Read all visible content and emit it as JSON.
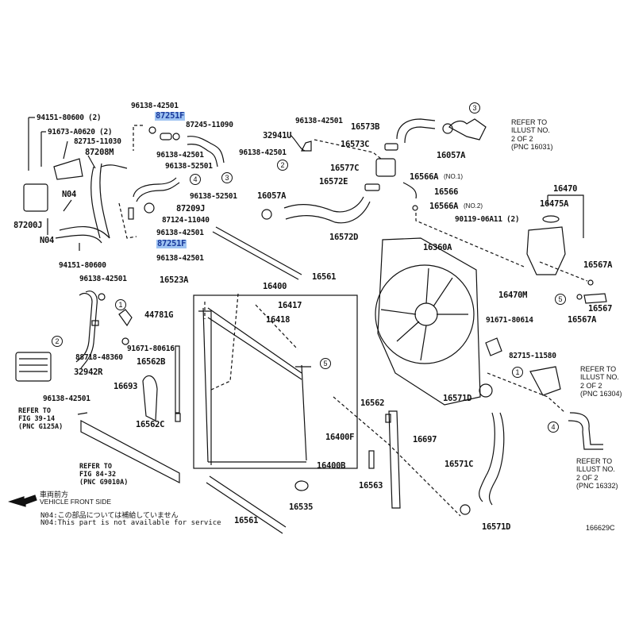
{
  "diagram": {
    "figure_id": "166629C",
    "part_labels": {
      "p94151_80600_2": "94151-80600 (2)",
      "p91673_a0620": "91673-A0620 (2)",
      "p82715_11030": "82715-11030",
      "p87208m": "87208M",
      "n04_a": "N04",
      "p87200j": "87200J",
      "n04_b": "N04",
      "p94151_80600": "94151-80600",
      "p96138_42501_top": "96138-42501",
      "p87251f_top": "87251F",
      "p87245_11090": "87245-11090",
      "p96138_42501_b": "96138-42501",
      "p96138_52501_a": "96138-52501",
      "p96138_52501_b": "96138-52501",
      "p87209j": "87209J",
      "p87124_11040": "87124-11040",
      "p96138_42501_c": "96138-42501",
      "p87251f_bottom": "87251F",
      "p96138_42501_d": "96138-42501",
      "p96138_42501_e": "96138-42501",
      "p32941u": "32941U",
      "p96138_42501_f": "96138-42501",
      "p16573b": "16573B",
      "p16573c": "16573C",
      "p16577c": "16577C",
      "p16572e": "16572E",
      "p16057a_left": "16057A",
      "p16572d": "16572D",
      "p16057a_right": "16057A",
      "p16566a_no1": "16566A",
      "p16566a_no1_suffix": "(NO.1)",
      "p16566": "16566",
      "p16566a_no2": "16566A",
      "p16566a_no2_suffix": "(NO.2)",
      "p16470": "16470",
      "p16475a": "16475A",
      "p90119_06a11": "90119-06A11 (2)",
      "p16360a": "16360A",
      "p16567a_top": "16567A",
      "p16470m": "16470M",
      "p16567": "16567",
      "p16567a_bottom": "16567A",
      "p91671_80614": "91671-80614",
      "p82715_11580": "82715-11580",
      "p16571d_top": "16571D",
      "p16571c": "16571C",
      "p16571d_bottom": "16571D",
      "p96138_42501_g": "96138-42501",
      "p44781g": "44781G",
      "p88718_48360": "88718-48360",
      "p91671_80616": "91671-80616",
      "p32942r": "32942R",
      "p96138_42501_h": "96138-42501",
      "p16562b": "16562B",
      "p16693": "16693",
      "p16562c": "16562C",
      "p16523a": "16523A",
      "p16400": "16400",
      "p16417": "16417",
      "p16418": "16418",
      "p16561_top": "16561",
      "p16400f": "16400F",
      "p16400b": "16400B",
      "p16535": "16535",
      "p16561_bottom": "16561",
      "p16562": "16562",
      "p16563": "16563",
      "p16697": "16697"
    },
    "callouts": [
      "1",
      "2",
      "3",
      "4",
      "5"
    ],
    "refer_notes": {
      "ref_16031": [
        "REFER TO",
        "ILLUST NO.",
        "2 OF 2",
        "(PNC 16031)"
      ],
      "ref_16304": [
        "REFER TO",
        "ILLUST NO.",
        "2 OF 2",
        "(PNC 16304)"
      ],
      "ref_16332": [
        "REFER TO",
        "ILLUST NO.",
        "2 OF 2",
        "(PNC 16332)"
      ],
      "ref_fig39": [
        "REFER TO",
        "FIG 39-14",
        "(PNC G125A)"
      ],
      "ref_fig84": [
        "REFER TO",
        "FIG 84-32",
        "(PNC G9010A)"
      ]
    },
    "legend": {
      "front_jp": "車両前方",
      "front_en": "VEHICLE FRONT SIDE",
      "n04_jp": "N04:この部品については補給していません",
      "n04_en": "N04:This part is not available for service"
    },
    "highlight_color": "#9ec3f2"
  }
}
